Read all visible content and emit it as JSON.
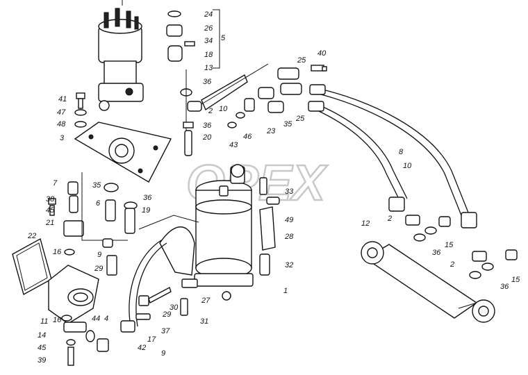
{
  "watermark": "OPEX",
  "callouts": [
    {
      "text": "24"
    },
    {
      "text": "26"
    },
    {
      "text": "5"
    },
    {
      "text": "34"
    },
    {
      "text": "18"
    },
    {
      "text": "13"
    },
    {
      "text": "41"
    },
    {
      "text": "47"
    },
    {
      "text": "48"
    },
    {
      "text": "3"
    },
    {
      "text": "36"
    },
    {
      "text": "2"
    },
    {
      "text": "10"
    },
    {
      "text": "36"
    },
    {
      "text": "20"
    },
    {
      "text": "25"
    },
    {
      "text": "40"
    },
    {
      "text": "25"
    },
    {
      "text": "35"
    },
    {
      "text": "23"
    },
    {
      "text": "46"
    },
    {
      "text": "43"
    },
    {
      "text": "8"
    },
    {
      "text": "10"
    },
    {
      "text": "7"
    },
    {
      "text": "38"
    },
    {
      "text": "45"
    },
    {
      "text": "21"
    },
    {
      "text": "22"
    },
    {
      "text": "35"
    },
    {
      "text": "6"
    },
    {
      "text": "36"
    },
    {
      "text": "19"
    },
    {
      "text": "16"
    },
    {
      "text": "9"
    },
    {
      "text": "29"
    },
    {
      "text": "33"
    },
    {
      "text": "49"
    },
    {
      "text": "28"
    },
    {
      "text": "32"
    },
    {
      "text": "1"
    },
    {
      "text": "12"
    },
    {
      "text": "2"
    },
    {
      "text": "36"
    },
    {
      "text": "15"
    },
    {
      "text": "2"
    },
    {
      "text": "36"
    },
    {
      "text": "15"
    },
    {
      "text": "11"
    },
    {
      "text": "16"
    },
    {
      "text": "14"
    },
    {
      "text": "45"
    },
    {
      "text": "39"
    },
    {
      "text": "44"
    },
    {
      "text": "4"
    },
    {
      "text": "37"
    },
    {
      "text": "17"
    },
    {
      "text": "42"
    },
    {
      "text": "9"
    },
    {
      "text": "29"
    },
    {
      "text": "30"
    },
    {
      "text": "31"
    },
    {
      "text": "27"
    }
  ]
}
